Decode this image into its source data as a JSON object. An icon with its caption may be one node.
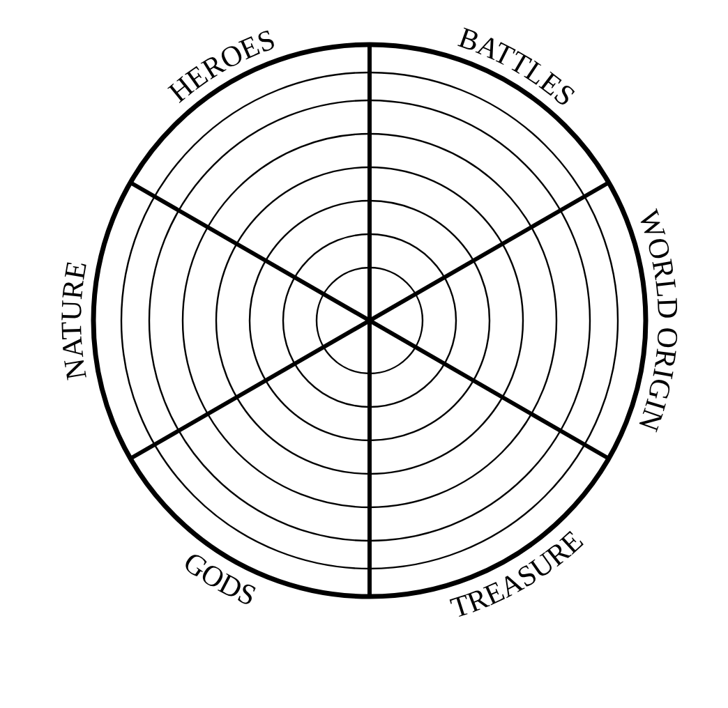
{
  "diagram": {
    "labels": [
      "HEROES",
      "BATTLES",
      "NATURE",
      "WORLD ORIGIN",
      "GODS",
      "TREASURE"
    ]
  }
}
